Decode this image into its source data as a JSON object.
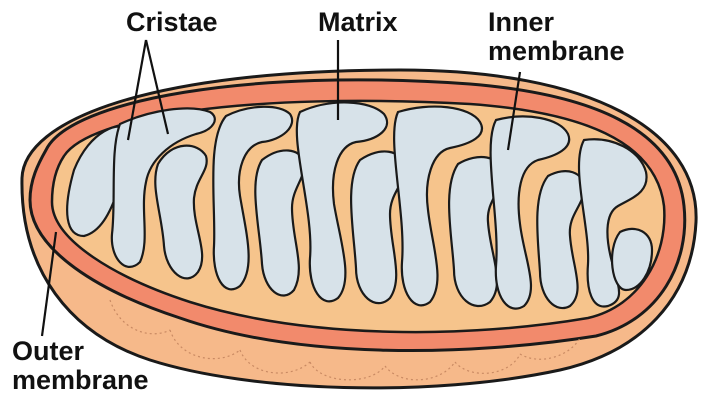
{
  "labels": {
    "cristae": "Cristae",
    "matrix": "Matrix",
    "inner_membrane": [
      "Inner",
      "membrane"
    ],
    "outer_membrane": [
      "Outer",
      "membrane"
    ]
  },
  "colors": {
    "outer_body": "#f6b98a",
    "intermembrane": "#f28a6c",
    "inner_membrane_edge": "#f6c48c",
    "matrix": "#d7e2e9",
    "outline": "#1a1a1a"
  }
}
